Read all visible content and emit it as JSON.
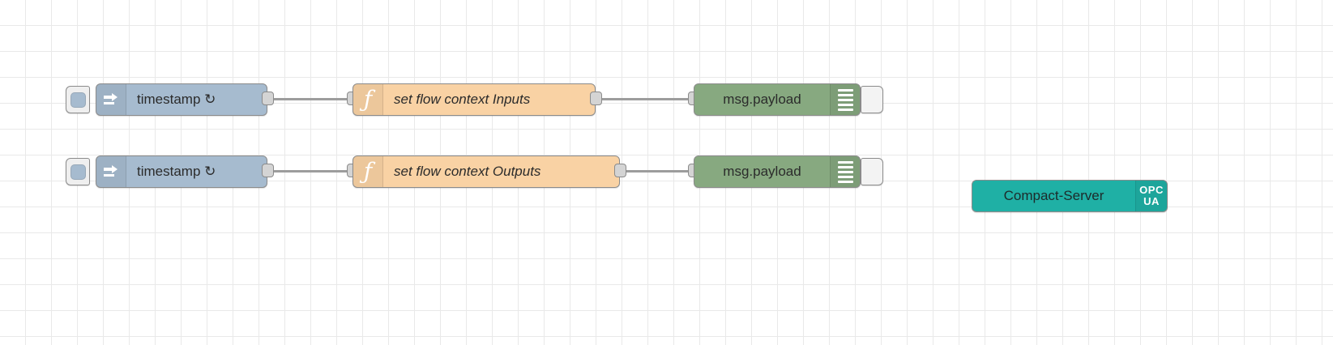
{
  "canvas": {
    "background_color": "#ffffff",
    "grid_color": "#e9e9e9",
    "grid_size": "32"
  },
  "wire_color": "#9d9d9d",
  "flows": [
    {
      "row": 1,
      "inject": {
        "label": "timestamp ↻",
        "icon": "inject-arrow-icon",
        "button": "inject-trigger-button",
        "color": "#a6bbcf"
      },
      "function": {
        "label": "set flow context Inputs",
        "icon": "function-f-icon",
        "color": "#f9d2a4"
      },
      "debug": {
        "label": "msg.payload",
        "icon": "debug-lines-icon",
        "toggle": "debug-enable-toggle",
        "color": "#87a980"
      }
    },
    {
      "row": 2,
      "inject": {
        "label": "timestamp ↻",
        "icon": "inject-arrow-icon",
        "button": "inject-trigger-button",
        "color": "#a6bbcf"
      },
      "function": {
        "label": "set flow context Outputs",
        "icon": "function-f-icon",
        "color": "#f9d2a4"
      },
      "debug": {
        "label": "msg.payload",
        "icon": "debug-lines-icon",
        "toggle": "debug-enable-toggle",
        "color": "#87a980"
      }
    }
  ],
  "opcua": {
    "label": "Compact-Server",
    "badge_line1": "OPC",
    "badge_line2": "UA",
    "color": "#1fb0a5"
  }
}
